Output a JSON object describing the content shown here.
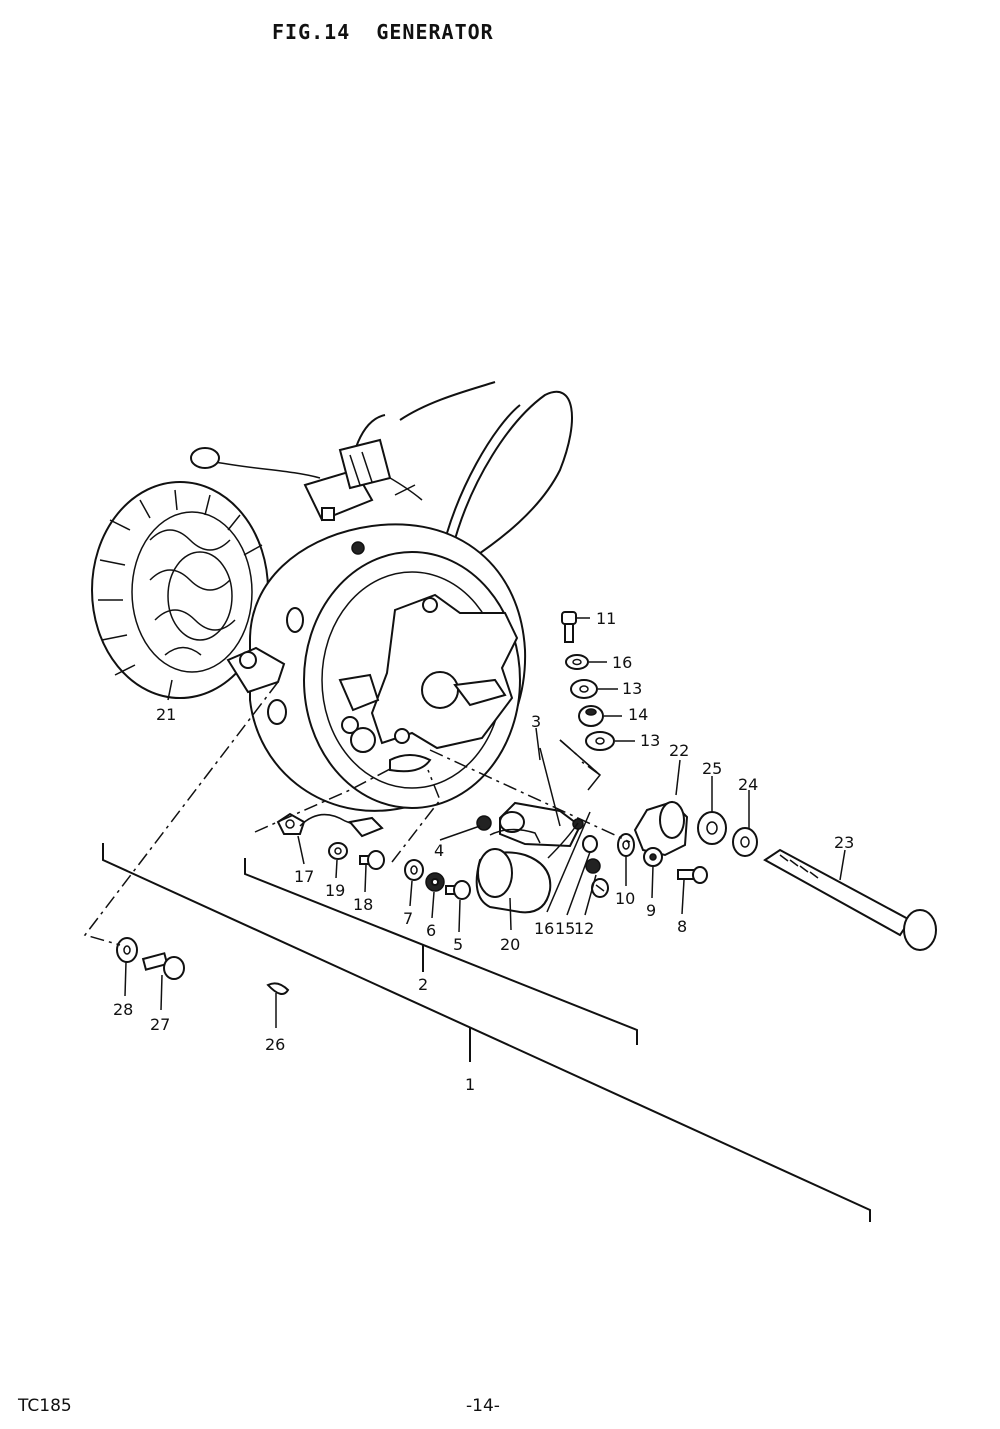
{
  "header": {
    "title": "FIG.14  GENERATOR"
  },
  "footer": {
    "model": "TC185",
    "page_number": "-14-"
  },
  "callouts": {
    "c1": "1",
    "c2": "2",
    "c3": "3",
    "c4": "4",
    "c5": "5",
    "c6": "6",
    "c7": "7",
    "c8": "8",
    "c9": "9",
    "c10": "10",
    "c11": "11",
    "c12": "12",
    "c13a": "13",
    "c13b": "13",
    "c14": "14",
    "c15": "15",
    "c16a": "16",
    "c16b": "16",
    "c17": "17",
    "c18": "18",
    "c19": "19",
    "c20": "20",
    "c21": "21",
    "c22": "22",
    "c23": "23",
    "c24": "24",
    "c25": "25",
    "c26": "26",
    "c27": "27",
    "c28": "28"
  }
}
